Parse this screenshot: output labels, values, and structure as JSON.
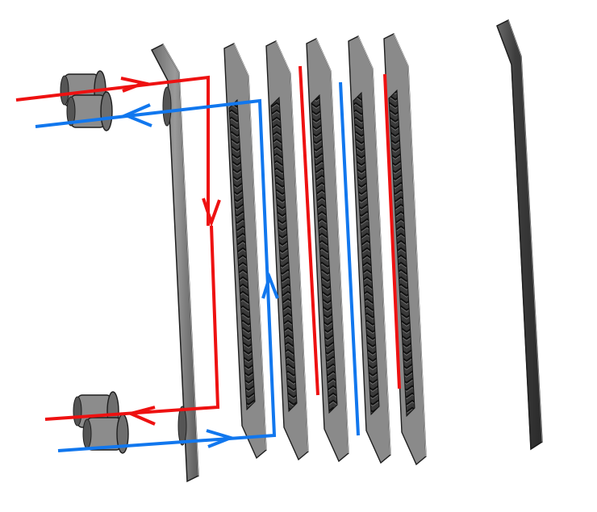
{
  "diagram": {
    "components": [
      "front-frame-plate",
      "heat-transfer-plate",
      "rear-pressure-plate",
      "hot-inlet-port",
      "hot-outlet-port",
      "cold-inlet-port",
      "cold-outlet-port"
    ],
    "plate_count": 5,
    "flows": [
      {
        "name": "hot",
        "color": "#ee1111"
      },
      {
        "name": "cold",
        "color": "#1177ee"
      }
    ],
    "colors": {
      "background": "#ffffff",
      "plate_face": "#8a8a8a",
      "plate_edge": "#3a3a3a",
      "rear_plate": "#4a4a4a",
      "corrugation": "#2a2a2a"
    }
  }
}
